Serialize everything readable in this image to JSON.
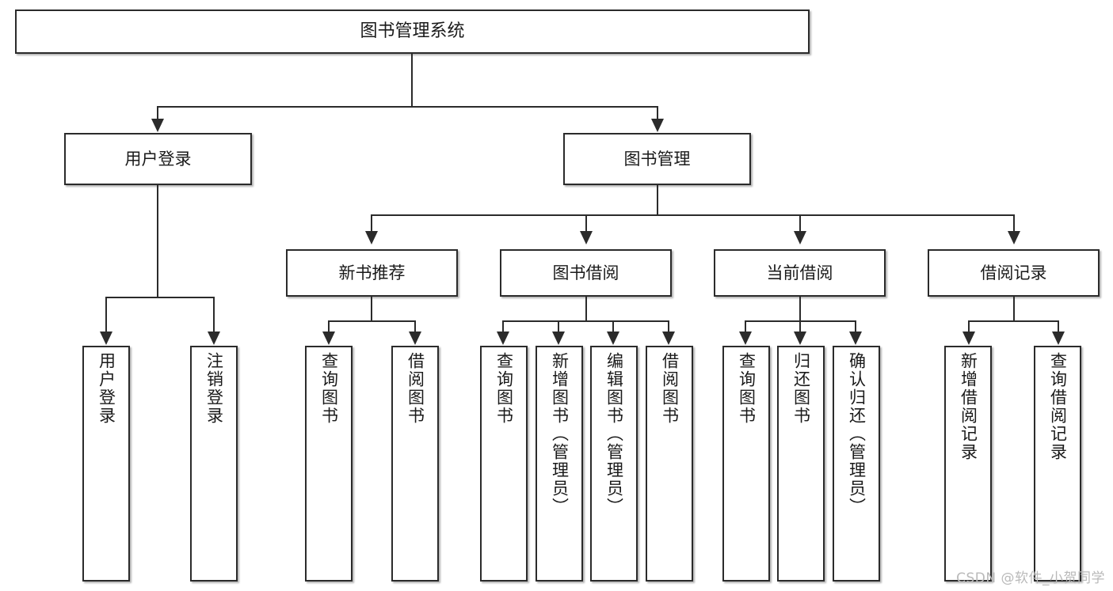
{
  "diagram": {
    "title_node": {
      "label": "图书管理系统"
    },
    "level2": [
      {
        "label": "用户登录"
      },
      {
        "label": "图书管理"
      }
    ],
    "level3": [
      {
        "label": "新书推荐"
      },
      {
        "label": "图书借阅"
      },
      {
        "label": "当前借阅"
      },
      {
        "label": "借阅记录"
      }
    ],
    "leaves": {
      "user_login": [
        {
          "label": "用户登录"
        },
        {
          "label": "注销登录"
        }
      ],
      "new_book": [
        {
          "label": "查询图书"
        },
        {
          "label": "借阅图书"
        }
      ],
      "book_borrow": [
        {
          "label": "查询图书"
        },
        {
          "label": "新增图书（管理员）"
        },
        {
          "label": "编辑图书（管理员）"
        },
        {
          "label": "借阅图书"
        }
      ],
      "current_borrow": [
        {
          "label": "查询图书"
        },
        {
          "label": "归还图书"
        },
        {
          "label": "确认归还（管理员）"
        }
      ],
      "borrow_record": [
        {
          "label": "新增借阅记录"
        },
        {
          "label": "查询借阅记录"
        }
      ]
    },
    "watermark": "CSDN @软件_小贺同学",
    "colors": {
      "stroke": "#2b2b2b",
      "fill": "#ffffff",
      "text": "#1a1a1a",
      "watermark": "#b9b9b9"
    }
  }
}
